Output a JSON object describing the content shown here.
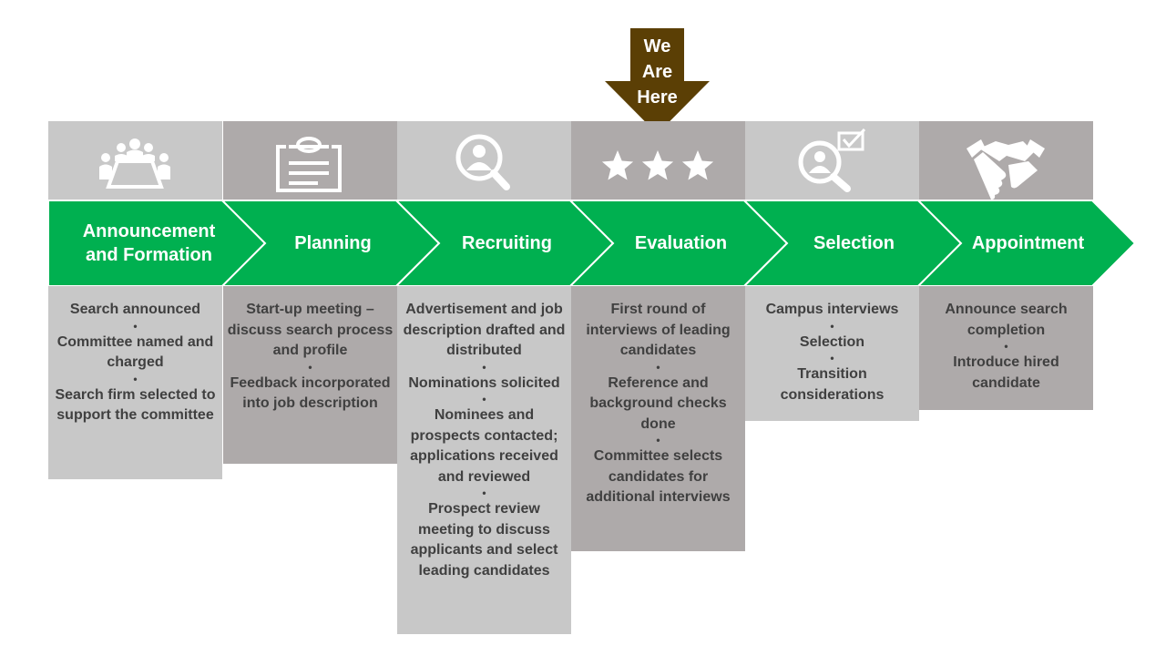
{
  "marker": {
    "label": "We\nAre\nHere",
    "lines": [
      "We",
      "Are",
      "Here"
    ],
    "color": "#5b3f05"
  },
  "colors": {
    "green": "#00b050",
    "light_gray": "#c8c8c8",
    "dark_gray": "#aeaaaa",
    "text": "#404040"
  },
  "stages": [
    {
      "id": "announcement",
      "label": "Announcement\nand Formation",
      "icon": "meeting-group-icon",
      "items": [
        "Search announced",
        "Committee named and charged",
        "Search firm selected to support the committee"
      ]
    },
    {
      "id": "planning",
      "label": "Planning",
      "icon": "clipboard-icon",
      "items": [
        "Start-up meeting – discuss search process and profile",
        "Feedback incorporated into job description"
      ]
    },
    {
      "id": "recruiting",
      "label": "Recruiting",
      "icon": "magnify-person-icon",
      "items": [
        "Advertisement and job description drafted and distributed",
        "Nominations solicited",
        "Nominees and prospects contacted; applications received and reviewed",
        "Prospect review meeting to discuss applicants and select leading candidates"
      ]
    },
    {
      "id": "evaluation",
      "label": "Evaluation",
      "icon": "three-stars-icon",
      "items": [
        "First round of interviews of leading candidates",
        "Reference and background checks done",
        "Committee selects candidates for additional interviews"
      ]
    },
    {
      "id": "selection",
      "label": "Selection",
      "icon": "magnify-check-icon",
      "items": [
        "Campus interviews",
        "Selection",
        "Transition considerations"
      ]
    },
    {
      "id": "appointment",
      "label": "Appointment",
      "icon": "handshake-icon",
      "items": [
        "Announce search completion",
        "Introduce hired candidate"
      ]
    }
  ]
}
